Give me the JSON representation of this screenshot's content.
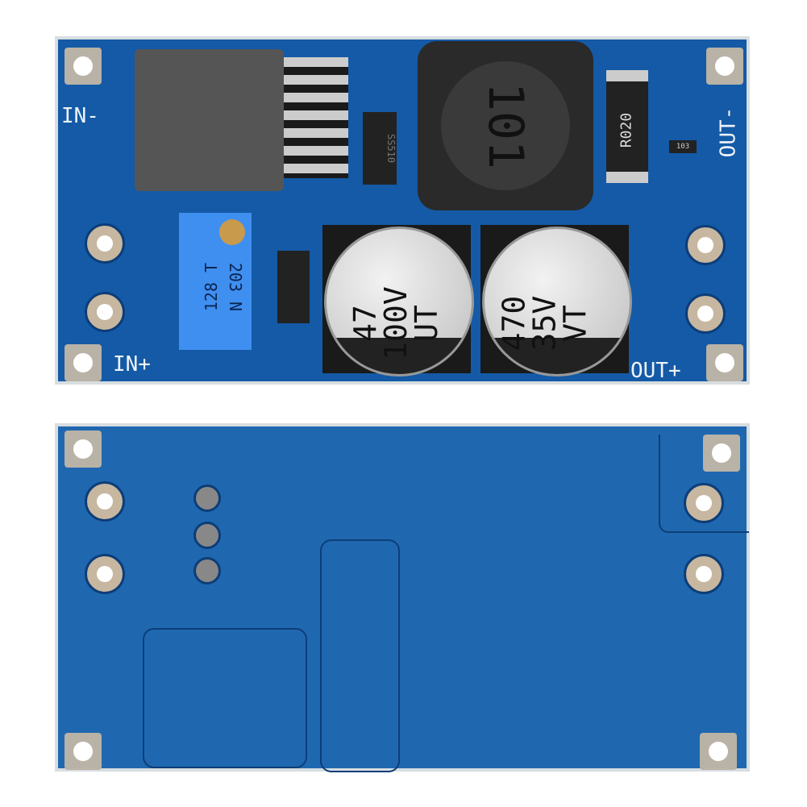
{
  "top_board": {
    "labels": {
      "in_minus": "IN-",
      "in_plus": "IN+",
      "out_minus": "OUT-",
      "out_plus": "OUT+"
    },
    "inductor": "101",
    "resistor": "R020",
    "small_resistor": "103",
    "diode": "SS510",
    "potentiometer": {
      "line1": "128 T",
      "line2": "203 N"
    },
    "cap1": {
      "line1": "47",
      "line2": "100V",
      "line3": "UT"
    },
    "cap2": {
      "line1": "470",
      "line2": "35V",
      "line3": "VT"
    }
  },
  "colors": {
    "pcb": "#145aa6",
    "pcb_back": "#1f68b0",
    "silkscreen": "#eef3f8"
  }
}
